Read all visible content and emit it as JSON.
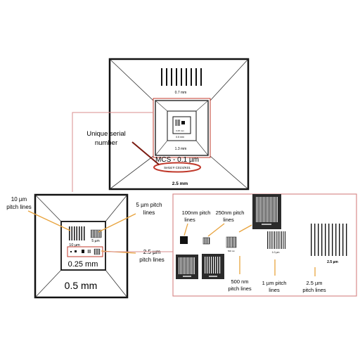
{
  "top_figure": {
    "label_07mm": "0.7 mm",
    "label_13mm": "1.3 mm",
    "label_25mm": "2.5 mm",
    "label_05mm_tiny": "0.5 mm",
    "label_025mm_tiny": "0.25 mm",
    "chip_name": "MCS - 0.1 µm",
    "serial_text": "Serial # C01/4/K01",
    "callout_line1": "Unique serial",
    "callout_line2": "number"
  },
  "left_figure": {
    "label_10um_line1": "10 µm",
    "label_10um_line2": "pitch lines",
    "label_5um_line1": "5 µm pitch",
    "label_5um_line2": "lines",
    "label_25um_line1": "2.5 µm",
    "label_25um_line2": "pitch lines",
    "inner_10um": "10 µm",
    "inner_5um": "5 µm",
    "label_025mm": "0.25 mm",
    "label_05mm": "0.5 mm"
  },
  "right_figure": {
    "label_100nm_line1": "100nm pitch",
    "label_100nm_line2": "lines",
    "label_250nm_line1": "250nm pitch",
    "label_250nm_line2": "lines",
    "label_500nm_line1": "500 nm",
    "label_500nm_line2": "pitch lines",
    "label_1um_line1": "1 µm pitch",
    "label_1um_line2": "lines",
    "label_25um_line1": "2.5 µm",
    "label_25um_line2": "pitch lines",
    "inner_25um": "2.5 µm",
    "inner_1um": "1.0 µm",
    "inner_500nm": "500 nm"
  },
  "colors": {
    "frame": "#111111",
    "callout": "#c0392b",
    "leader": "#e8a33d",
    "sem_dark": "#2b2b2b"
  }
}
